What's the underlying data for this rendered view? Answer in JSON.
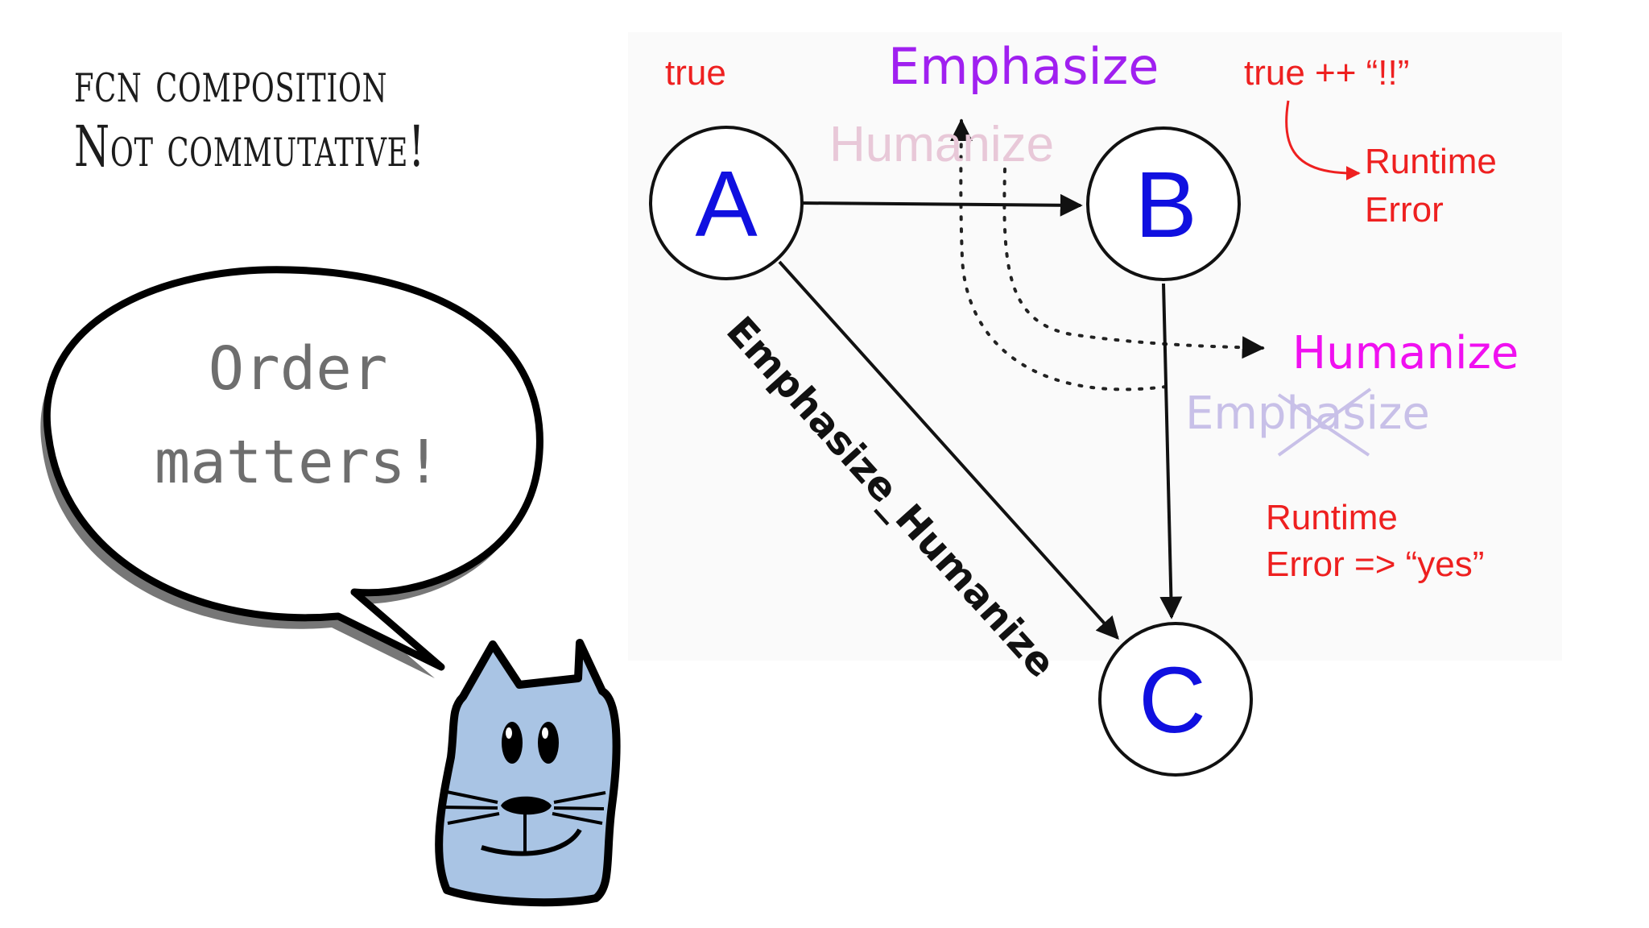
{
  "slide": {
    "title_line1": "fcn composition",
    "title_line2": "Not commutative!"
  },
  "speech_bubble": {
    "line1": "Order",
    "line2": "matters!"
  },
  "diagram": {
    "nodes": {
      "a": "A",
      "b": "B",
      "c": "C"
    },
    "labels": {
      "a_value": "true",
      "emphasize_top": "Emphasize",
      "humanize_faded": "Humanize",
      "b_value": "true ++ “!!”",
      "runtime_error_top_1": "Runtime",
      "runtime_error_top_2": "Error",
      "humanize_right": "Humanize",
      "emphasize_crossed": "Emphasize",
      "runtime_error_bottom_1": "Runtime",
      "runtime_error_bottom_2": "Error => “yes”",
      "diagonal_edge": "Emphasize_Humanize"
    },
    "colors": {
      "node_letter": "#1010e0",
      "value_red": "#ee2020",
      "emphasize_purple": "#a020f0",
      "humanize_magenta": "#f010f0",
      "faded_pink": "#e8c8d8",
      "faded_lavender": "#c8c0e8"
    }
  },
  "mascot": {
    "icon": "cat-mascot-icon",
    "color": "#a9c4e4"
  }
}
